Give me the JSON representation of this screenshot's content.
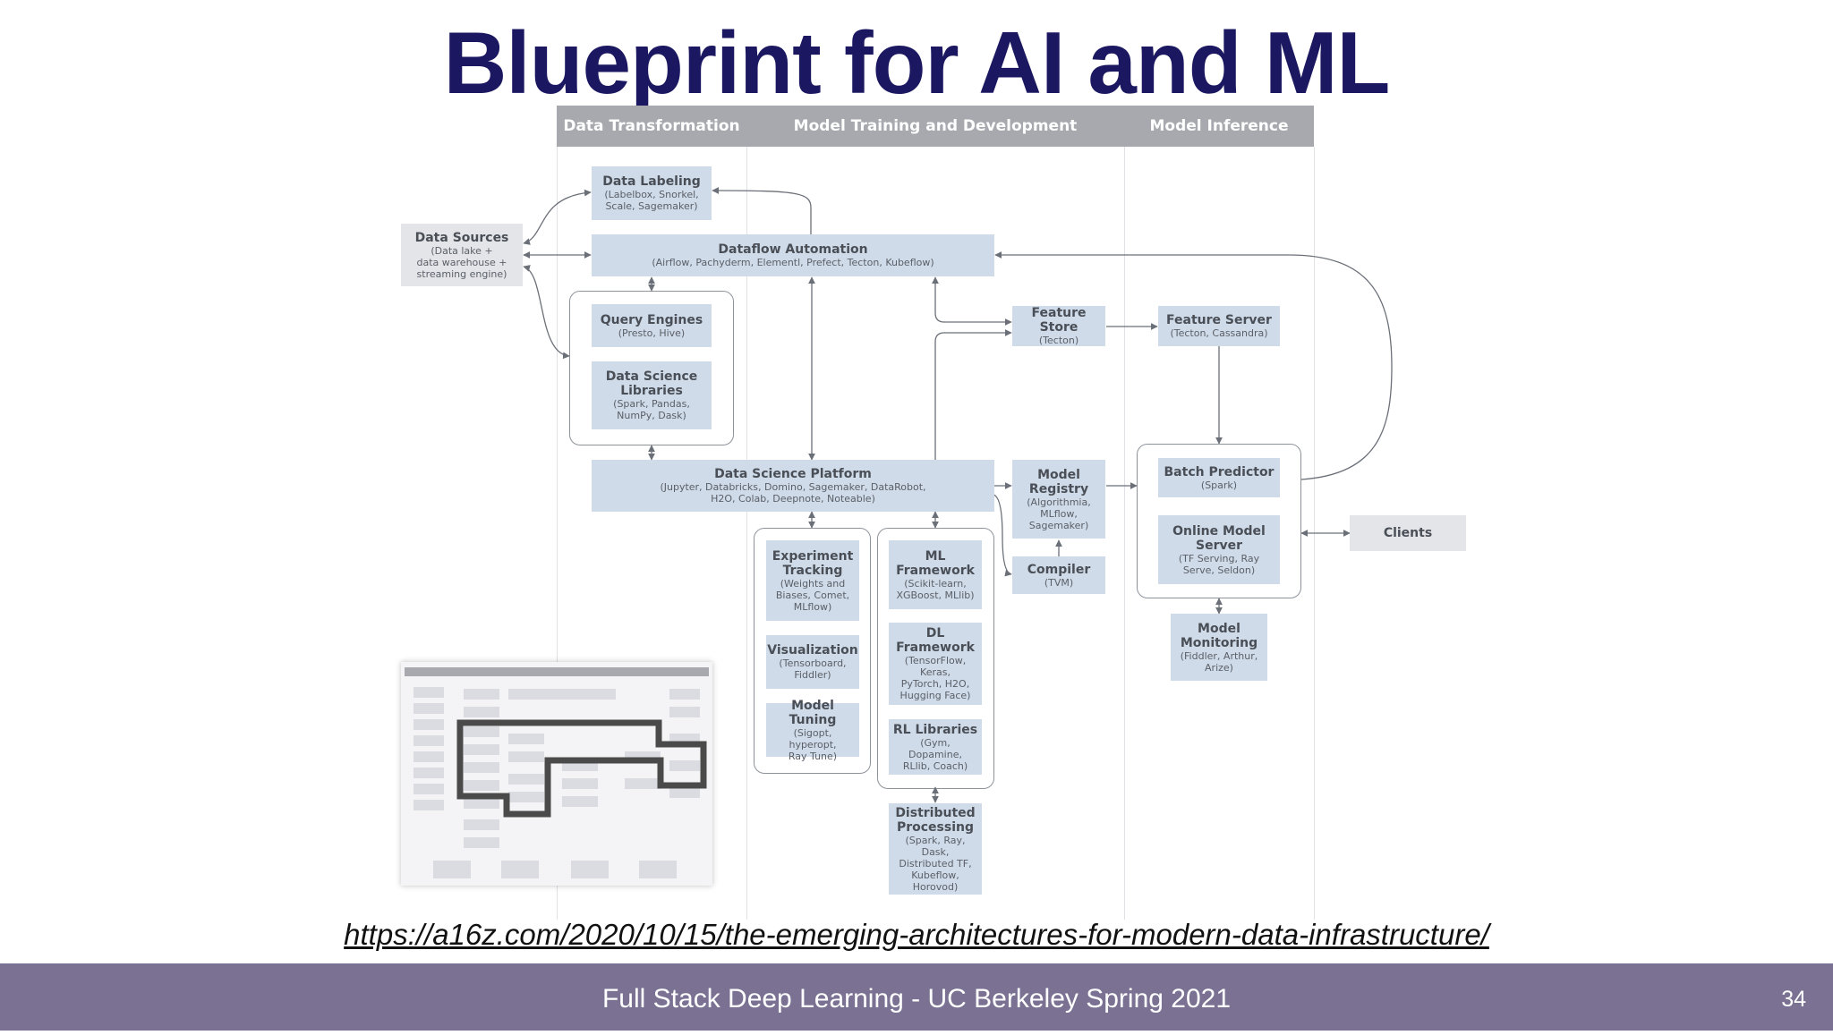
{
  "slide": {
    "title": "Blueprint for AI and ML",
    "url": "https://a16z.com/2020/10/15/the-emerging-architectures-for-modern-data-infrastructure/",
    "footer": "Full Stack Deep Learning - UC Berkeley Spring 2021",
    "page_number": "34"
  },
  "diagram": {
    "columns": [
      "Data Transformation",
      "Model Training and Development",
      "Model Inference"
    ],
    "data_sources": {
      "title": "Data Sources",
      "sub": "(Data lake +\ndata warehouse +\nstreaming engine)"
    },
    "data_labeling": {
      "title": "Data Labeling",
      "sub": "(Labelbox, Snorkel,\nScale, Sagemaker)"
    },
    "dataflow": {
      "title": "Dataflow Automation",
      "sub": "(Airflow, Pachyderm, Elementl, Prefect, Tecton, Kubeflow)"
    },
    "query_engines": {
      "title": "Query Engines",
      "sub": "(Presto, Hive)"
    },
    "ds_libraries": {
      "title": "Data Science\nLibraries",
      "sub": "(Spark, Pandas,\nNumPy, Dask)"
    },
    "feature_store": {
      "title": "Feature Store",
      "sub": "(Tecton)"
    },
    "feature_server": {
      "title": "Feature Server",
      "sub": "(Tecton, Cassandra)"
    },
    "ds_platform": {
      "title": "Data Science Platform",
      "sub": "(Jupyter, Databricks, Domino, Sagemaker, DataRobot,\nH2O, Colab, Deepnote, Noteable)"
    },
    "model_registry": {
      "title": "Model\nRegistry",
      "sub": "(Algorithmia,\nMLflow,\nSagemaker)"
    },
    "compiler": {
      "title": "Compiler",
      "sub": "(TVM)"
    },
    "batch_predictor": {
      "title": "Batch Predictor",
      "sub": "(Spark)"
    },
    "online_server": {
      "title": "Online Model\nServer",
      "sub": "(TF Serving, Ray\nServe, Seldon)"
    },
    "model_monitoring": {
      "title": "Model\nMonitoring",
      "sub": "(Fiddler, Arthur,\nArize)"
    },
    "clients": {
      "title": "Clients"
    },
    "experiment_tracking": {
      "title": "Experiment\nTracking",
      "sub": "(Weights and\nBiases, Comet,\nMLflow)"
    },
    "visualization": {
      "title": "Visualization",
      "sub": "(Tensorboard,\nFiddler)"
    },
    "model_tuning": {
      "title": "Model Tuning",
      "sub": "(Sigopt, hyperopt,\nRay Tune)"
    },
    "ml_framework": {
      "title": "ML\nFramework",
      "sub": "(Scikit-learn,\nXGBoost, MLlib)"
    },
    "dl_framework": {
      "title": "DL\nFramework",
      "sub": "(TensorFlow, Keras,\nPyTorch, H2O,\nHugging Face)"
    },
    "rl_libraries": {
      "title": "RL Libraries",
      "sub": "(Gym, Dopamine,\nRLlib, Coach)"
    },
    "distributed": {
      "title": "Distributed\nProcessing",
      "sub": "(Spark, Ray, Dask,\nDistributed TF,\nKubeflow,\nHorovod)"
    }
  },
  "colors": {
    "title": "#1b1760",
    "header_bar": "#a7a9ae",
    "box_fill": "#cfdbe8",
    "footer_bar": "#7a7193"
  }
}
